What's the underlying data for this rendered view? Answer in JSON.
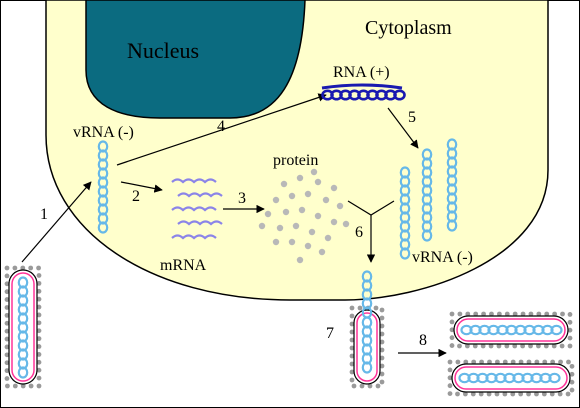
{
  "labels": {
    "nucleus": "Nucleus",
    "cytoplasm": "Cytoplasm",
    "rna_plus": "RNA (+)",
    "vrna_minus_left": "vRNA (-)",
    "vrna_minus_right": "vRNA (-)",
    "protein": "protein",
    "mrna": "mRNA"
  },
  "steps": [
    "1",
    "2",
    "3",
    "4",
    "5",
    "6",
    "7",
    "8"
  ],
  "colors": {
    "cell_fill": "#ffffcc",
    "nucleus_fill": "#0b6b80",
    "rna_plus": "#1a1ab0",
    "vrna": "#66b8e8",
    "mrna": "#8b84e8",
    "protein": "#b8b8b8",
    "virion_envelope": "#ff3399",
    "virion_spike": "#9a9a9a"
  }
}
